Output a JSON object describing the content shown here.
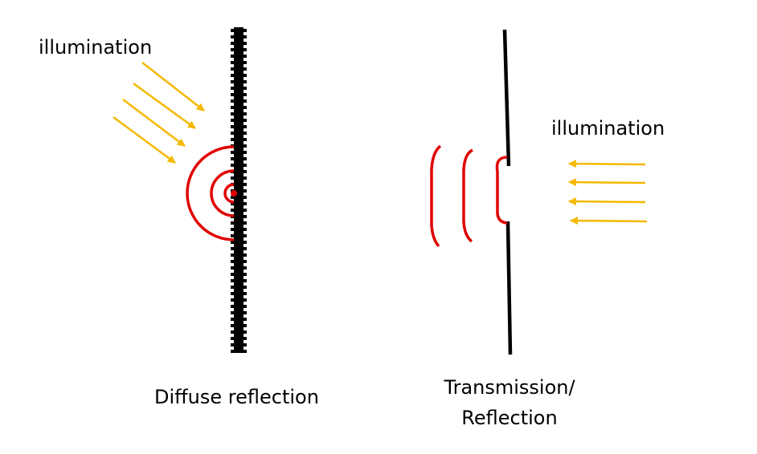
{
  "left_panel": {
    "illumination_label": "illumination",
    "caption": "Diffuse reflection"
  },
  "right_panel": {
    "illumination_label": "illumination",
    "caption_line1": "Transmission/",
    "caption_line2": "Reflection"
  },
  "colors": {
    "arrow": "#f5b800",
    "wave": "#e00000",
    "surface": "#000000"
  },
  "icons": {
    "arrow": "arrow-icon",
    "wavefront": "wavefront-icon",
    "point_source": "point-source-icon"
  }
}
